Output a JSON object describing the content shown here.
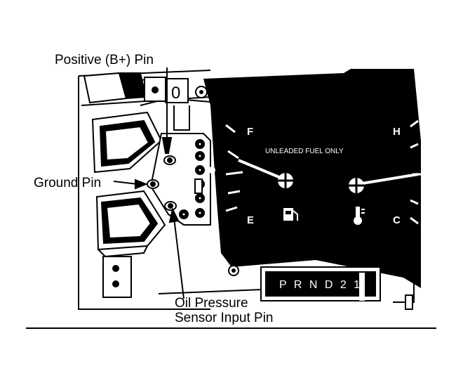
{
  "callouts": {
    "positive_pin": "Positive (B+) Pin",
    "ground_pin": "Ground Pin",
    "oil_pressure_line1": "Oil Pressure",
    "oil_pressure_line2": "Sensor Input Pin"
  },
  "fuel_gauge": {
    "full_mark": "F",
    "empty_mark": "E",
    "face_text": "UNLEADED FUEL ONLY"
  },
  "temp_gauge": {
    "hot_mark": "H",
    "cold_mark": "C"
  },
  "prndl": "P R N D 2 1",
  "odometer_digit": "0",
  "colors": {
    "ink": "#000000",
    "paper": "#ffffff"
  }
}
